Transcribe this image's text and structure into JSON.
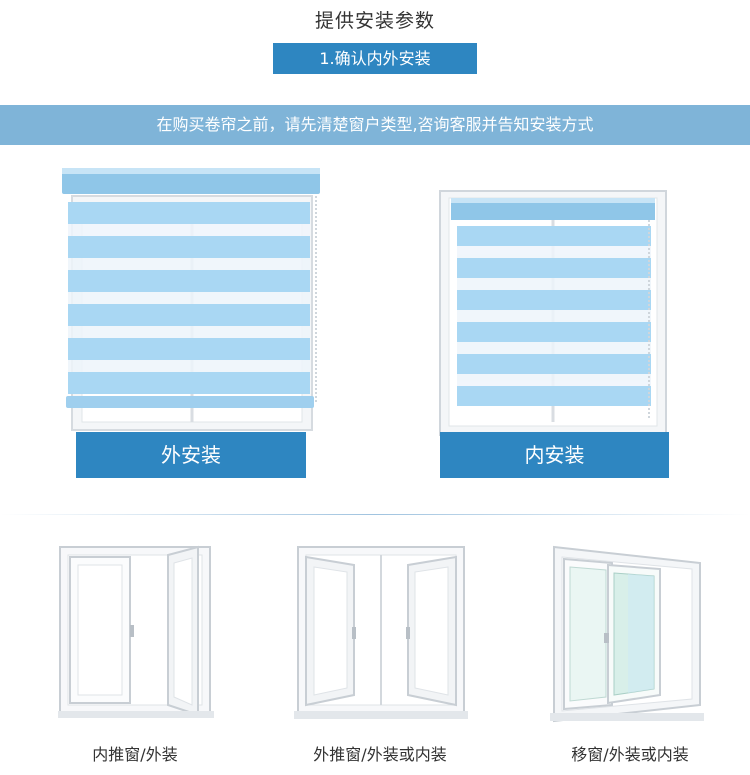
{
  "header": {
    "title": "提供安装参数",
    "step": "1.确认内外安装"
  },
  "banner": {
    "text": "在购买卷帘之前，请先清楚窗户类型,咨询客服并告知安装方式"
  },
  "install_types": [
    {
      "label": "外安装",
      "icon": "blind-outside-mount-illustration"
    },
    {
      "label": "内安装",
      "icon": "blind-inside-mount-illustration"
    }
  ],
  "window_types": [
    {
      "label": "内推窗/外装",
      "icon": "inward-casement-window-illustration"
    },
    {
      "label": "外推窗/外装或内装",
      "icon": "outward-casement-window-illustration"
    },
    {
      "label": "移窗/外装或内装",
      "icon": "sliding-window-illustration"
    }
  ],
  "colors": {
    "accent": "#2e86c1",
    "banner": "#7fb4d8",
    "blind_stripe": "#a9d7f3"
  }
}
